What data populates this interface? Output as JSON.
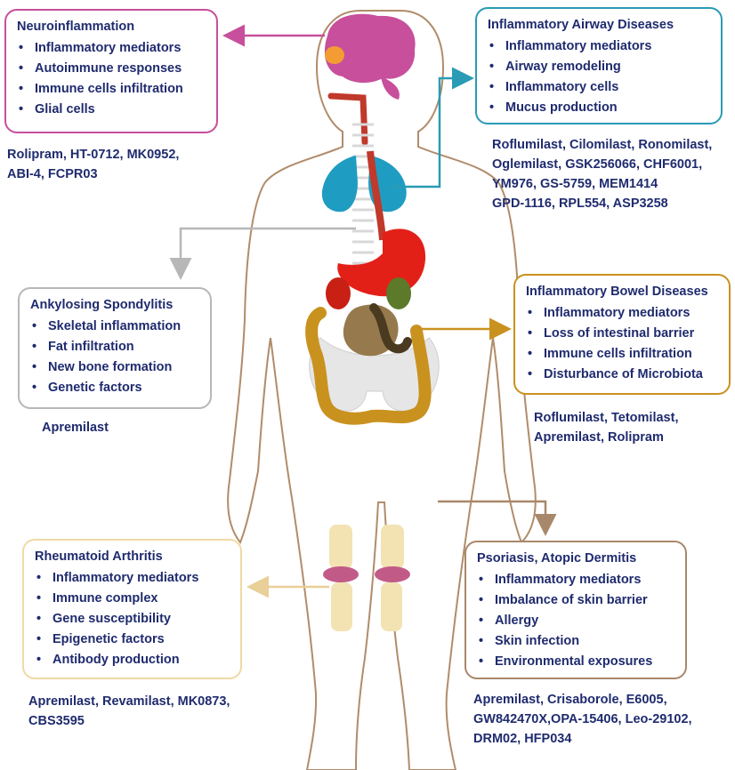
{
  "diseases": {
    "neuro": {
      "title": "Neuroinflammation",
      "items": [
        "Inflammatory mediators",
        "Autoimmune responses",
        "Immune cells infiltration",
        "Glial cells"
      ],
      "drugs": [
        "Rolipram, HT-0712, MK0952,",
        "ABI-4, FCPR03"
      ],
      "color": "#c74f9b"
    },
    "airway": {
      "title": "Inflammatory Airway Diseases",
      "items": [
        "Inflammatory mediators",
        "Airway remodeling",
        "Inflammatory cells",
        "Mucus production"
      ],
      "drugs": [
        "Roflumilast, Cilomilast, Ronomilast,",
        "Oglemilast, GSK256066, CHF6001,",
        "YM976, GS-5759, MEM1414",
        "GPD-1116, RPL554, ASP3258"
      ],
      "color": "#2a9bb5"
    },
    "as": {
      "title": "Ankylosing Spondylitis",
      "items": [
        "Skeletal inflammation",
        "Fat infiltration",
        "New bone formation",
        "Genetic factors"
      ],
      "drugs": [
        "Apremilast"
      ],
      "color": "#b7b7b7"
    },
    "ibd": {
      "title": "Inflammatory Bowel Diseases",
      "items": [
        "Inflammatory mediators",
        "Loss of intestinal barrier",
        "Immune cells infiltration",
        "Disturbance of Microbiota"
      ],
      "drugs": [
        "Roflumilast, Tetomilast,",
        "Apremilast, Rolipram"
      ],
      "color": "#c9921f"
    },
    "ra": {
      "title": "Rheumatoid Arthritis",
      "items": [
        "Inflammatory mediators",
        "Immune complex",
        "Gene susceptibility",
        "Epigenetic factors",
        "Antibody production"
      ],
      "drugs": [
        "Apremilast, Revamilast, MK0873,",
        "CBS3595"
      ],
      "color": "#f0d9a4"
    },
    "psoriasis": {
      "title": "Psoriasis, Atopic Dermitis",
      "items": [
        "Inflammatory mediators",
        "Imbalance of skin barrier",
        "Allergy",
        "Skin infection",
        "Environmental exposures"
      ],
      "drugs": [
        "Apremilast, Crisaborole, E6005,",
        "GW842470X,OPA-15406, Leo-29102,",
        "DRM02, HFP034"
      ],
      "color": "#a8886a"
    }
  },
  "icons": [
    "human-body-outline-icon",
    "brain-icon",
    "lungs-icon",
    "stomach-icon",
    "intestine-icon",
    "pelvis-icon",
    "knee-joint-icon"
  ]
}
